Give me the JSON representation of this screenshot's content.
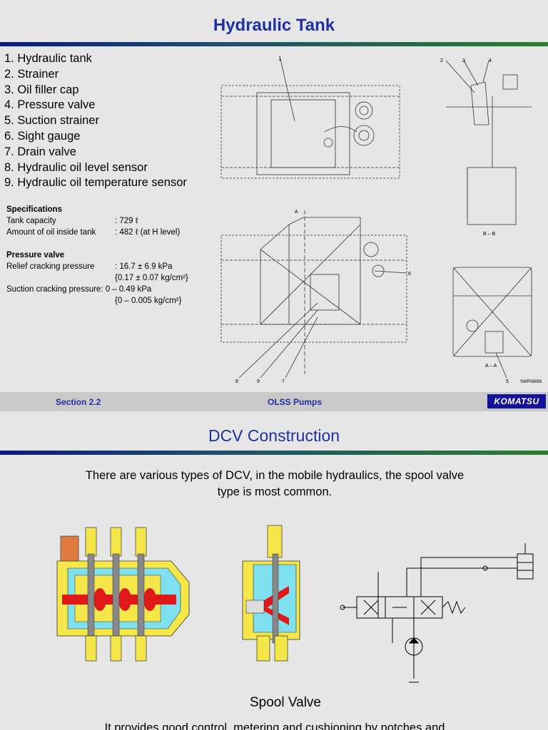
{
  "slide1": {
    "title": "Hydraulic Tank",
    "items": [
      "1. Hydraulic tank",
      "2. Strainer",
      "3. Oil filler cap",
      "4. Pressure valve",
      "5. Suction strainer",
      "6. Sight gauge",
      "7. Drain valve",
      "8. Hydraulic oil level sensor",
      "9. Hydraulic oil temperature sensor"
    ],
    "specs": {
      "heading": "Specifications",
      "rows": [
        {
          "label": "Tank capacity",
          "value": ": 729 ℓ"
        },
        {
          "label": "Amount of oil inside tank",
          "value": ": 482 ℓ (at H level)"
        }
      ]
    },
    "pressure_valve": {
      "heading": "Pressure valve",
      "relief_label": "Relief cracking pressure",
      "relief_value": ": 16.7 ± 6.9 kPa",
      "relief_value2": "{0.17 ± 0.07 kg/cm²}",
      "suction_label": "Suction cracking pressure",
      "suction_value": ": 0 – 0.49 kPa",
      "suction_value2": "{0 – 0.005 kg/cm²}"
    },
    "drawing_labels": {
      "callout_1": "1",
      "callout_2": "2",
      "callout_3": "3",
      "callout_4": "4",
      "callout_5": "5",
      "callout_6": "6",
      "callout_7": "7",
      "callout_8": "8",
      "callout_9": "9",
      "section_a": "A",
      "section_bb": "B – B",
      "section_aa": "A – A",
      "drawing_no": "SWP08856"
    },
    "footer": {
      "section": "Section 2.2",
      "topic": "OLSS Pumps",
      "logo": "KOMATSU"
    }
  },
  "slide2": {
    "title": "DCV Construction",
    "intro_line1": "There are various types of DCV, in the mobile hydraulics, the spool valve",
    "intro_line2": "type is most common.",
    "caption": "Spool Valve",
    "bottom_text": "It provides good control, metering and cushioning by notches and"
  },
  "colors": {
    "title": "#1f2fa6",
    "footer_bg": "#c9c9c9",
    "logo_bg": "#13139a",
    "valve_yellow": "#f5e64a",
    "valve_cyan": "#7fe0f0",
    "valve_red": "#e01818"
  }
}
